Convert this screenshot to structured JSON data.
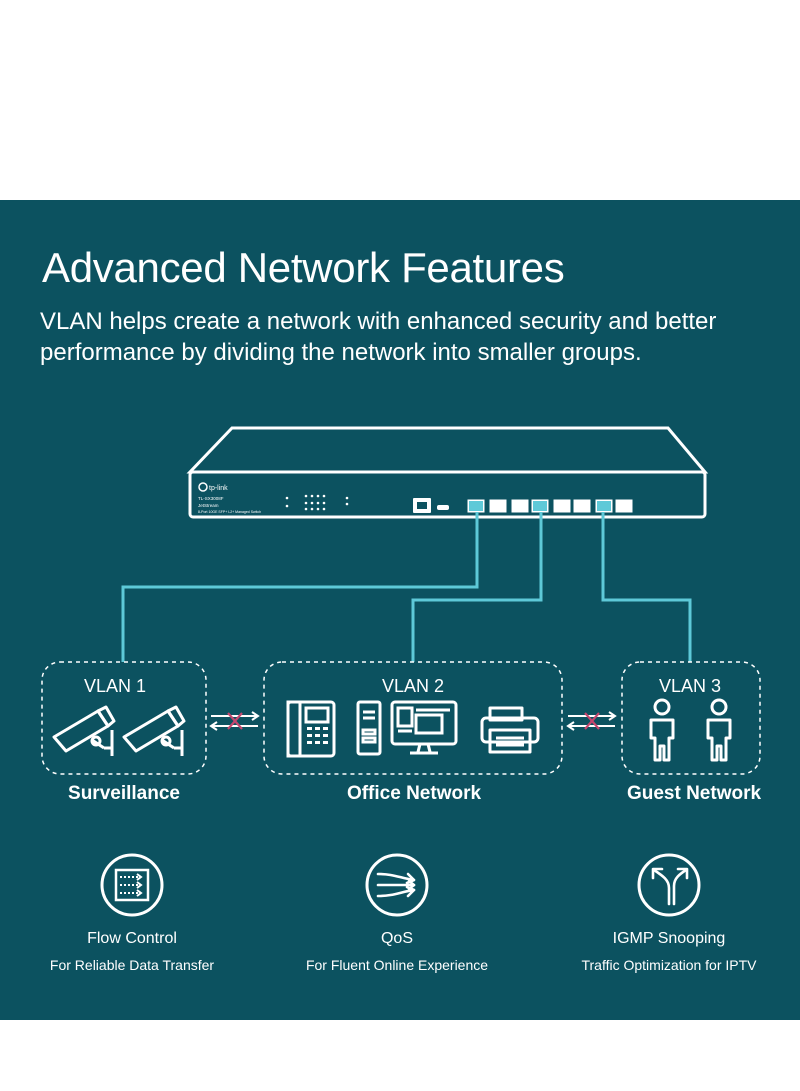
{
  "heading": "Advanced Network Features",
  "subtitle": "VLAN helps create a network with enhanced security and better performance by dividing the network into smaller groups.",
  "switch": {
    "brand": "tp-link",
    "model": "TL-SX3008F",
    "series": "JetStream",
    "description": "8-Port 10GE SFP+ L2+ Managed Switch"
  },
  "vlans": [
    {
      "label": "VLAN 1",
      "group": "Surveillance"
    },
    {
      "label": "VLAN 2",
      "group": "Office Network"
    },
    {
      "label": "VLAN 3",
      "group": "Guest Network"
    }
  ],
  "features": [
    {
      "title": "Flow Control",
      "subtitle": "For Reliable Data Transfer",
      "icon": "flow-control-icon"
    },
    {
      "title": "QoS",
      "subtitle": "For Fluent Online Experience",
      "icon": "qos-icon"
    },
    {
      "title": "IGMP Snooping",
      "subtitle": "Traffic Optimization for IPTV",
      "icon": "igmp-snooping-icon"
    }
  ],
  "colors": {
    "background": "#0c5260",
    "accent": "#5ec9d8",
    "blocked": "#c4466e",
    "text": "#ffffff"
  }
}
